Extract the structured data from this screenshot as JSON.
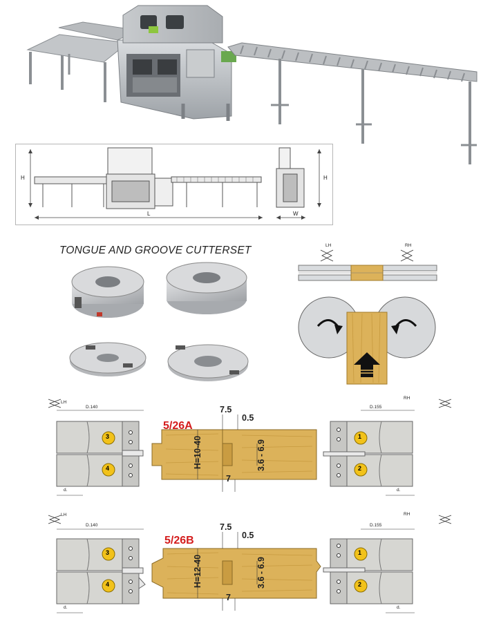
{
  "machine_photo": {
    "alt_icon": "machine-photo"
  },
  "layout_drawing": {
    "h_left": "H",
    "h_right": "H",
    "l_label": "L",
    "w_label": "W"
  },
  "cutterset": {
    "title": "TONGUE AND GROOVE CUTTERSET"
  },
  "feed_diagram": {
    "lh": "LH",
    "rh": "RH"
  },
  "profile_a": {
    "code": "5/26A",
    "height": "H=10-40",
    "top_width": "7.5",
    "top_gap": "0.5",
    "depth": "3.6 - 6.9",
    "bottom_width": "7",
    "left_diameter": "D.140",
    "right_diameter": "D.155",
    "left_hand": "LH",
    "right_hand": "RH",
    "d_left": "d.",
    "d_right": "d.",
    "cutters": [
      "1",
      "2",
      "3",
      "4"
    ]
  },
  "profile_b": {
    "code": "5/26B",
    "height": "H=12-40",
    "top_width": "7.5",
    "top_gap": "0.5",
    "depth": "3.6 - 6.9",
    "bottom_width": "7",
    "left_diameter": "D.140",
    "right_diameter": "D.155",
    "left_hand": "LH",
    "right_hand": "RH",
    "d_left": "d.",
    "d_right": "d.",
    "cutters": [
      "1",
      "2",
      "3",
      "4"
    ]
  },
  "colors": {
    "wood": "#dcb25a",
    "metal": "#d6d6d2",
    "badge": "#f2c21a",
    "red": "#d41c1c"
  }
}
